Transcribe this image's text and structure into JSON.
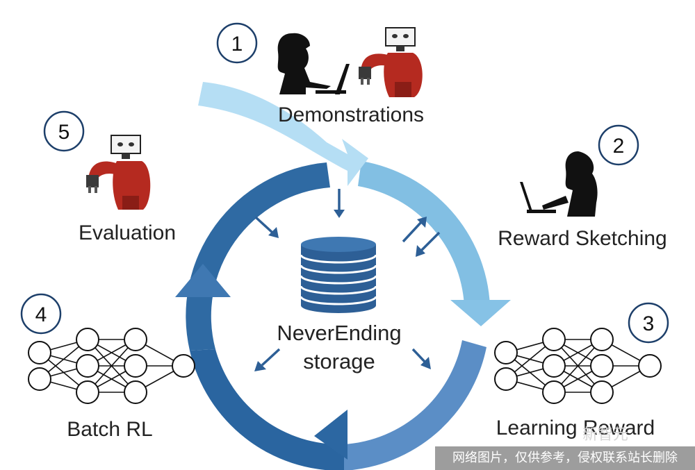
{
  "colors": {
    "light_blue": "#a9d8f1",
    "mid_blue": "#82bfe3",
    "ring_top": "#3f7fb8",
    "ring_left": "#2f6aa3",
    "ring_bottom": "#2a65a0",
    "ring_right": "#6a98cc",
    "robot_red": "#b52a20",
    "silhouette": "#111111"
  },
  "steps": [
    {
      "number": "1",
      "label": "Demonstrations"
    },
    {
      "number": "2",
      "label": "Reward Sketching"
    },
    {
      "number": "3",
      "label": "Learning Reward"
    },
    {
      "number": "4",
      "label": "Batch RL"
    },
    {
      "number": "5",
      "label": "Evaluation"
    }
  ],
  "center": {
    "line1": "NeverEnding",
    "line2": "storage"
  },
  "watermark": {
    "text": "新智元"
  },
  "notice": {
    "text": "网络图片，仅供参考，侵权联系站长删除"
  }
}
